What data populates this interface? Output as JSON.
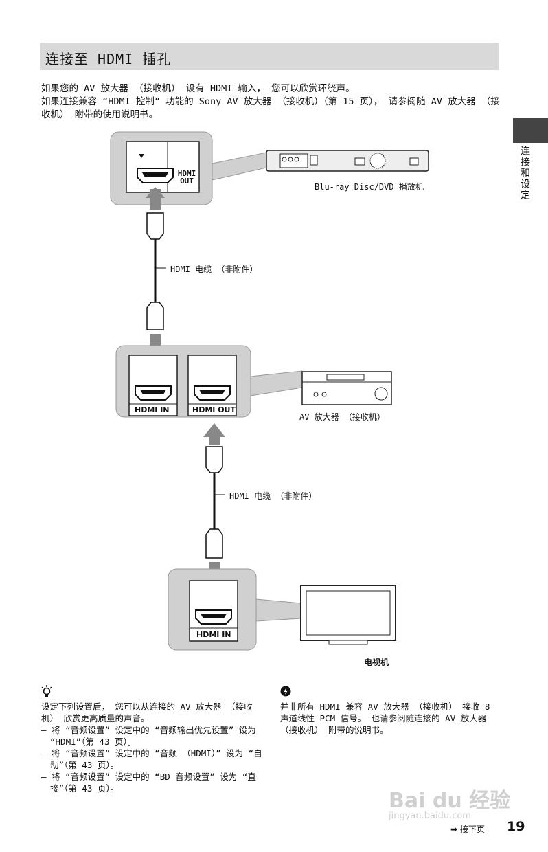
{
  "section": {
    "title": "连接至 HDMI 插孔"
  },
  "intro": {
    "p1": "如果您的 AV 放大器 （接收机） 设有 HDMI 输入， 您可以欣赏环绕声。",
    "p2": "如果连接兼容 “HDMI 控制” 功能的 Sony AV 放大器 （接收机）（第 15 页）， 请参阅随 AV 放大器 （接收机） 附带的使用说明书。"
  },
  "side_tab": {
    "label": "连接和设定"
  },
  "diagram": {
    "player_port_label": "HDMI OUT",
    "player_caption": "Blu-ray Disc/DVD 播放机",
    "cable1_label": "HDMI 电缆 （非附件）",
    "amp_port_in": "HDMI IN",
    "amp_port_out": "HDMI OUT",
    "amp_caption": "AV 放大器 （接收机）",
    "cable2_label": "HDMI 电缆 （非附件）",
    "tv_port_in": "HDMI IN",
    "tv_caption": "电视机"
  },
  "tips": {
    "icon": "lightbulb-icon",
    "intro": "设定下列设置后， 您可以从连接的 AV 放大器 （接收机） 欣赏更高质量的声音。",
    "items": [
      "– 将 “音频设置” 设定中的 “音频输出优先设置” 设为 “HDMI”（第 43 页）。",
      "– 将 “音频设置” 设定中的 “音频 （HDMI）” 设为 “自动”（第 43 页）。",
      "– 将 “音频设置” 设定中的 “BD 音频设置” 设为 “直接”（第 43 页）。"
    ]
  },
  "note": {
    "icon": "warning-icon",
    "text": "并非所有 HDMI 兼容 AV 放大器 （接收机） 接收 8 声道线性 PCM 信号。 也请参阅随连接的 AV 放大器 （接收机） 附带的说明书。"
  },
  "footer": {
    "next_label": "➡ 接下页",
    "page_number": "19"
  },
  "watermark": {
    "logo": "Bai du 经验",
    "url": "jingyan.baidu.com"
  }
}
